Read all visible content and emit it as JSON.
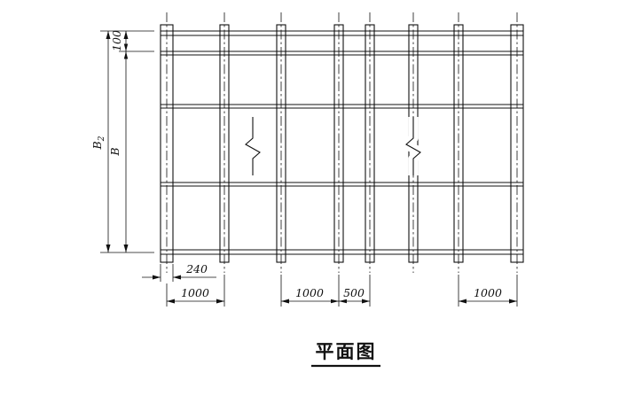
{
  "colors": {
    "ink": "#111111",
    "background": "#ffffff"
  },
  "title": {
    "text": "平面图"
  },
  "dimensions": {
    "left": {
      "top_offset": "100",
      "overall_label_base": "B",
      "overall_label_sub": "2",
      "inner_label": "B"
    },
    "strip_width": "240",
    "bottom": [
      "1000",
      "1000",
      "500",
      "1000"
    ]
  }
}
